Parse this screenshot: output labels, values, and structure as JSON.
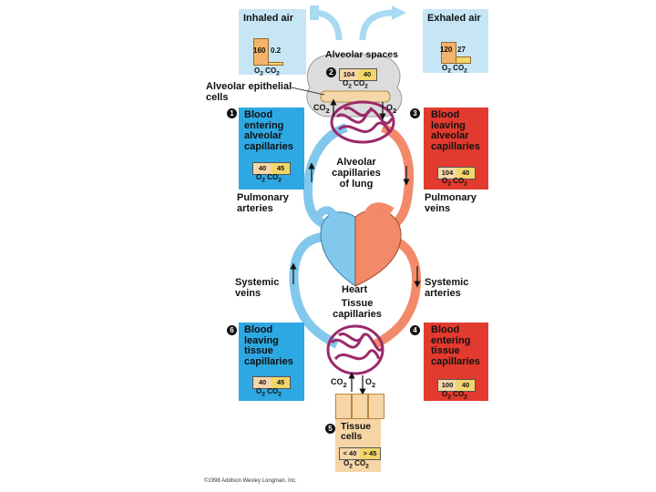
{
  "inhaled": {
    "title": "Inhaled air",
    "o2": "160",
    "co2": "0.2",
    "o2_label": "O",
    "co2_label": "CO",
    "sub": "2"
  },
  "exhaled": {
    "title": "Exhaled air",
    "o2": "120",
    "co2": "27",
    "o2_label": "O",
    "co2_label": "CO",
    "sub": "2"
  },
  "alveolar": {
    "title": "Alveolar spaces",
    "o2": "104",
    "co2": "40",
    "step": "2"
  },
  "epithelial_label": "Alveolar epithelial cells",
  "co2_label": "CO",
  "o2_label": "O",
  "sub2": "2",
  "box1": {
    "step": "1",
    "title": "Blood entering alveolar capillaries",
    "o2": "40",
    "co2": "45"
  },
  "box3": {
    "step": "3",
    "title": "Blood leaving alveolar capillaries",
    "o2": "104",
    "co2": "40"
  },
  "box4": {
    "step": "4",
    "title": "Blood entering tissue capillaries",
    "o2": "100",
    "co2": "40"
  },
  "box6": {
    "step": "6",
    "title": "Blood leaving tissue capillaries",
    "o2": "40",
    "co2": "45"
  },
  "alveolar_capillaries": "Alveolar capillaries of lung",
  "pulmonary_arteries": "Pulmonary arteries",
  "pulmonary_veins": "Pulmonary veins",
  "systemic_veins": "Systemic veins",
  "systemic_arteries": "Systemic arteries",
  "heart": "Heart",
  "tissue_capillaries": "Tissue capillaries",
  "tissue_cells": {
    "step": "5",
    "title": "Tissue cells",
    "o2": "< 40",
    "co2": "> 45"
  },
  "copyright": "©1998 Addison Wesley Longman, Inc.",
  "colors": {
    "panel": "#c6e6f6",
    "blue": "#2ea8e2",
    "red": "#e23a2e",
    "capillary": "#9b2a6a",
    "oxy": "#f28a6a",
    "deoxy": "#82c8ec"
  }
}
